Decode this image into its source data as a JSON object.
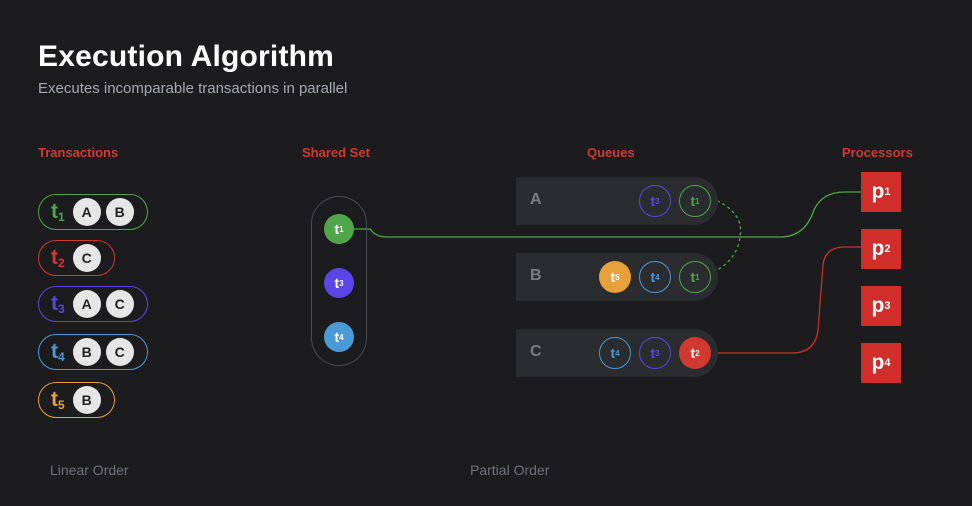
{
  "title": "Execution Algorithm",
  "subtitle": "Executes incomparable transactions in parallel",
  "columns": {
    "transactions": "Transactions",
    "shared_set": "Shared Set",
    "queues": "Queues",
    "processors": "Processors"
  },
  "footer": {
    "left": "Linear Order",
    "right": "Partial Order"
  },
  "colors": {
    "t1": "#4fa64a",
    "t2": "#d2392e",
    "t3": "#5b45e6",
    "t4": "#4a9ad8",
    "t5": "#e8a03a",
    "accent_red": "#cf2e2b"
  },
  "transactions": [
    {
      "sym": "t",
      "sub": "1",
      "resources": [
        "A",
        "B"
      ]
    },
    {
      "sym": "t",
      "sub": "2",
      "resources": [
        "C"
      ]
    },
    {
      "sym": "t",
      "sub": "3",
      "resources": [
        "A",
        "C"
      ]
    },
    {
      "sym": "t",
      "sub": "4",
      "resources": [
        "B",
        "C"
      ]
    },
    {
      "sym": "t",
      "sub": "5",
      "resources": [
        "B"
      ]
    }
  ],
  "shared_set": [
    {
      "sym": "t",
      "sub": "1"
    },
    {
      "sym": "t",
      "sub": "3"
    },
    {
      "sym": "t",
      "sub": "4"
    }
  ],
  "queues": [
    {
      "label": "A",
      "items": [
        {
          "sym": "t",
          "sub": "3",
          "filled": false
        },
        {
          "sym": "t",
          "sub": "1",
          "filled": false
        }
      ]
    },
    {
      "label": "B",
      "items": [
        {
          "sym": "t",
          "sub": "5",
          "filled": true
        },
        {
          "sym": "t",
          "sub": "4",
          "filled": false
        },
        {
          "sym": "t",
          "sub": "1",
          "filled": false
        }
      ]
    },
    {
      "label": "C",
      "items": [
        {
          "sym": "t",
          "sub": "4",
          "filled": false
        },
        {
          "sym": "t",
          "sub": "3",
          "filled": false
        },
        {
          "sym": "t",
          "sub": "2",
          "filled": true
        }
      ]
    }
  ],
  "processors": [
    {
      "sym": "p",
      "sub": "1"
    },
    {
      "sym": "p",
      "sub": "2"
    },
    {
      "sym": "p",
      "sub": "3"
    },
    {
      "sym": "p",
      "sub": "4"
    }
  ]
}
